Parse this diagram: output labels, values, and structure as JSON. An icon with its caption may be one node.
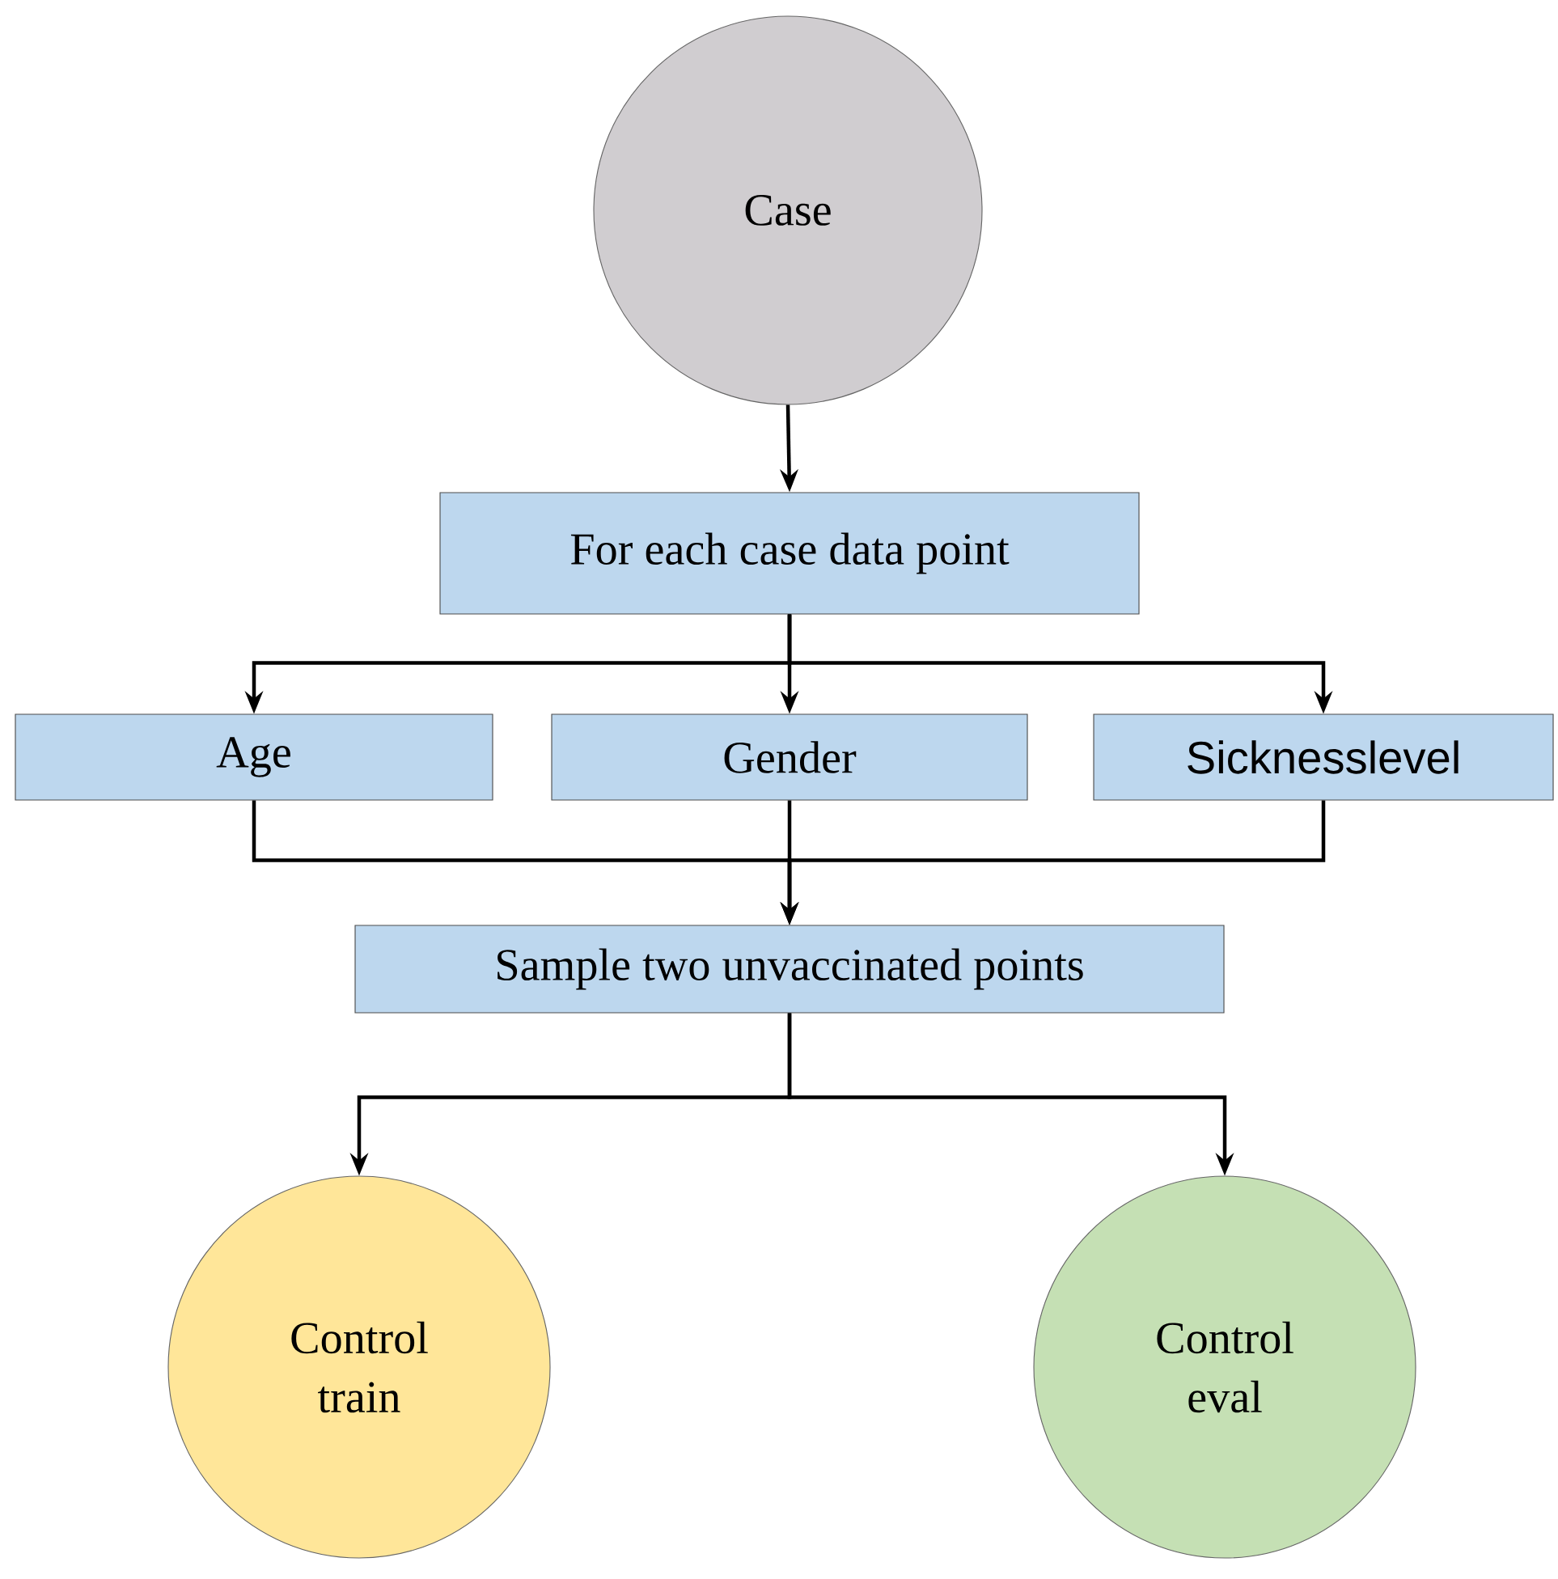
{
  "diagram": {
    "nodes": [
      {
        "text": [
          "Case"
        ]
      },
      {
        "text": [
          "For each case data point"
        ]
      },
      {
        "text": [
          "Age"
        ]
      },
      {
        "text": [
          "Gender"
        ]
      },
      {
        "text": [
          "Sicknesslevel"
        ]
      },
      {
        "text": [
          "Sample two unvaccinated points"
        ]
      },
      {
        "text": [
          "Control train"
        ]
      },
      {
        "text": [
          "Control eval"
        ]
      }
    ],
    "edges": [
      {
        "from": 0,
        "to": 1,
        "arrow": "to"
      },
      {
        "from": 1,
        "to": 2,
        "arrow": "to"
      },
      {
        "from": 1,
        "to": 3,
        "arrow": "to"
      },
      {
        "from": 1,
        "to": 4,
        "arrow": "to"
      },
      {
        "from": 2,
        "to": 5,
        "arrow": "to"
      },
      {
        "from": 3,
        "to": 5,
        "arrow": "to"
      },
      {
        "from": 4,
        "to": 5,
        "arrow": "to"
      },
      {
        "from": 5,
        "to": 6,
        "arrow": "to"
      },
      {
        "from": 5,
        "to": 7,
        "arrow": "to"
      }
    ]
  }
}
